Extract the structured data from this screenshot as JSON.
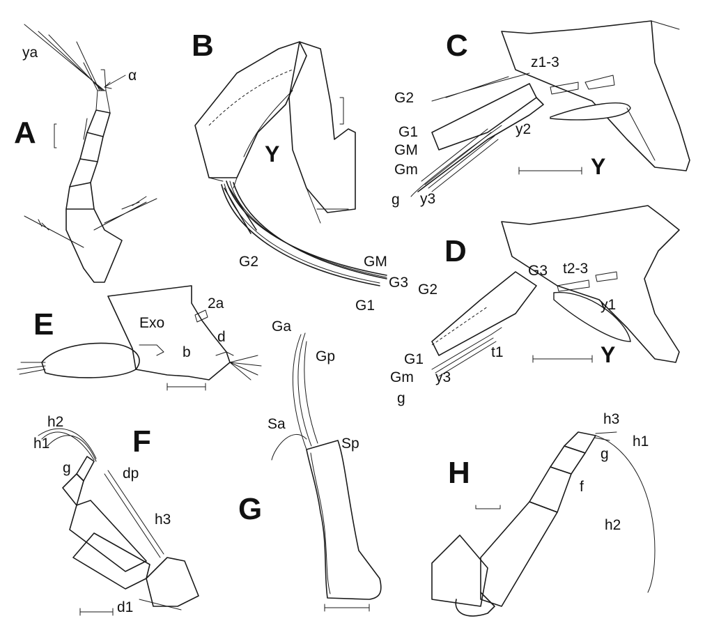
{
  "panels": {
    "A": {
      "letter": "A",
      "labels": {
        "ya": "ya",
        "alpha": "α"
      }
    },
    "B": {
      "letter": "B",
      "labels": {
        "Y": "Y",
        "G2": "G2",
        "GM": "GM",
        "G3": "G3",
        "G1": "G1"
      }
    },
    "C": {
      "letter": "C",
      "labels": {
        "z13": "z1-3",
        "G2": "G2",
        "G1": "G1",
        "GM": "GM",
        "Gm": "Gm",
        "g": "g",
        "y2": "y2",
        "y3": "y3",
        "Y": "Y"
      }
    },
    "D": {
      "letter": "D",
      "labels": {
        "G3": "G3",
        "t23": "t2-3",
        "G2": "G2",
        "y1": "y1",
        "G1": "G1",
        "t1": "t1",
        "Gm": "Gm",
        "y3": "y3",
        "g": "g",
        "Y": "Y"
      }
    },
    "E": {
      "letter": "E",
      "labels": {
        "a2": "2a",
        "Exo": "Exo",
        "d": "d",
        "b": "b"
      }
    },
    "F": {
      "letter": "F",
      "labels": {
        "h2": "h2",
        "h1": "h1",
        "g": "g",
        "dp": "dp",
        "h3": "h3",
        "d1": "d1"
      }
    },
    "G": {
      "letter": "G",
      "labels": {
        "Ga": "Ga",
        "Gp": "Gp",
        "Sa": "Sa",
        "Sp": "Sp"
      }
    },
    "H": {
      "letter": "H",
      "labels": {
        "h3": "h3",
        "h1": "h1",
        "g": "g",
        "f": "f",
        "h2": "h2"
      }
    }
  },
  "colors": {
    "ink": "#1a1a1a",
    "background": "#ffffff"
  }
}
